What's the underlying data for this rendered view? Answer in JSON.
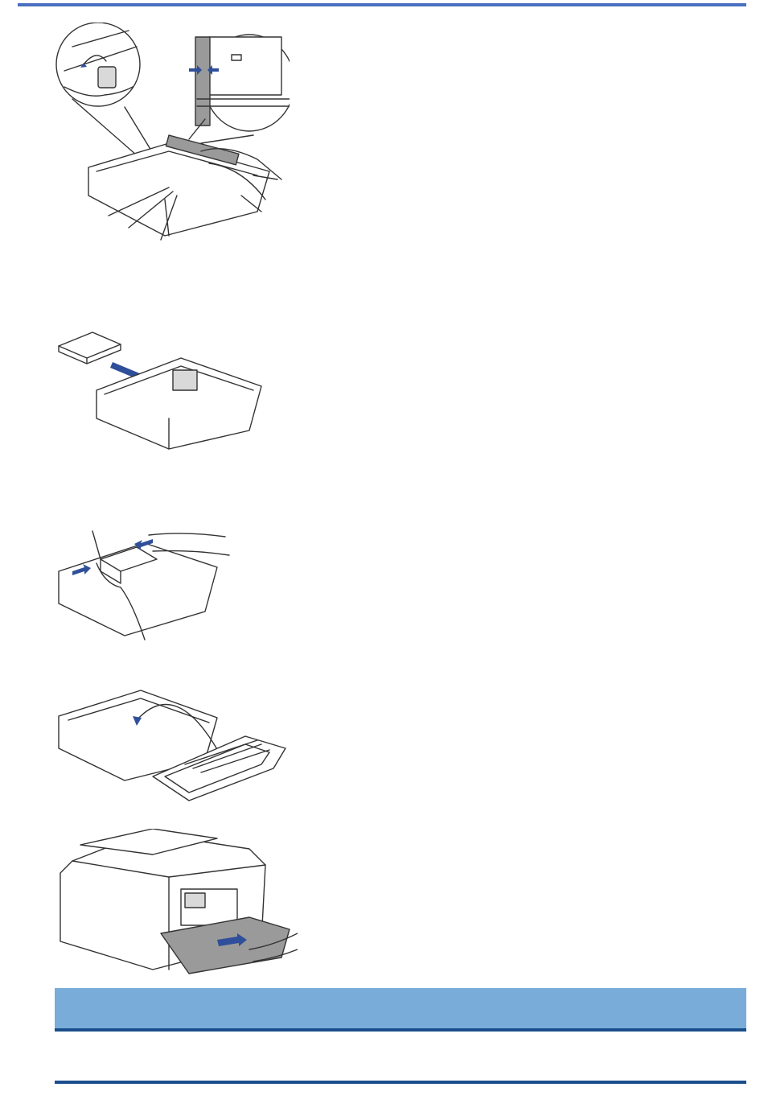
{
  "page": {
    "accent_color": "#4a6fc0",
    "related_band_color": "#79acd9",
    "rule_color": "#1b4f8c"
  },
  "figures": [
    {
      "id": "paper-guides-adjust",
      "icons": [
        "lever-rotate-icon",
        "guide-slide-arrows-icon",
        "paper-tray-icon",
        "hand-icon"
      ]
    },
    {
      "id": "load-paper-stack",
      "icons": [
        "paper-stack-icon",
        "insert-arrow-icon",
        "paper-tray-icon"
      ]
    },
    {
      "id": "adjust-side-guides",
      "icons": [
        "paper-tray-icon",
        "hand-icon",
        "side-guide-arrows-icon"
      ]
    },
    {
      "id": "close-output-cover",
      "icons": [
        "paper-tray-icon",
        "tray-cover-icon",
        "curved-arrow-icon"
      ]
    },
    {
      "id": "insert-tray-into-machine",
      "icons": [
        "printer-icon",
        "paper-tray-icon",
        "push-arrow-icon",
        "hand-icon"
      ]
    }
  ],
  "related": {
    "heading": "",
    "body": ""
  }
}
